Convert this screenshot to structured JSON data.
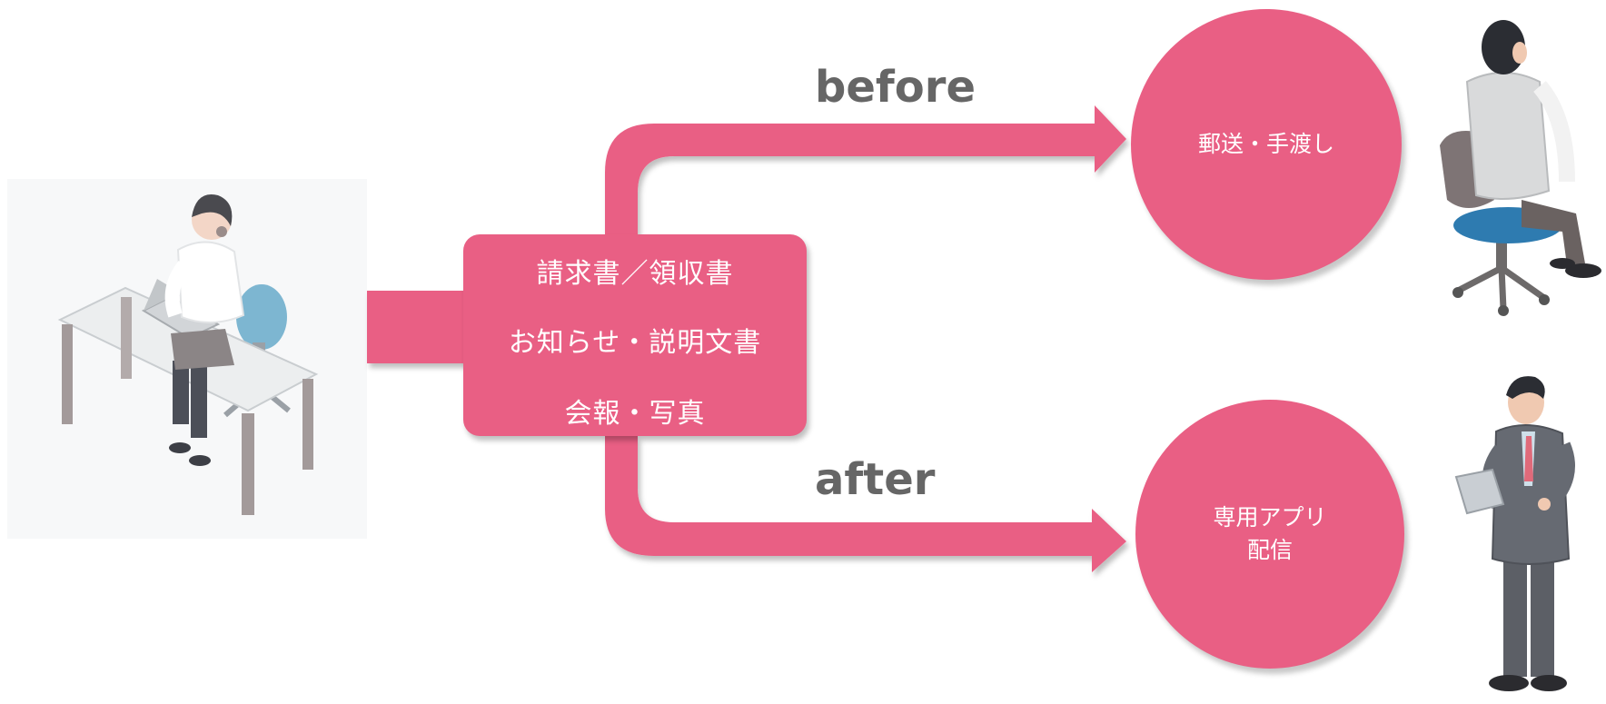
{
  "documents": {
    "line1": "請求書／領収書",
    "line2": "お知らせ・説明文書",
    "line3": "会報・写真"
  },
  "before": {
    "label": "before",
    "target_line1": "郵送・手渡し"
  },
  "after": {
    "label": "after",
    "target_line1": "専用アプリ",
    "target_line2": "配信"
  },
  "colors": {
    "accent": "#e95f84",
    "label_gray": "#666666"
  },
  "icons": {
    "sender": "woman-at-desk-illustration",
    "before_recipient": "seated-man-illustration",
    "after_recipient": "businessman-with-tablet-illustration"
  }
}
